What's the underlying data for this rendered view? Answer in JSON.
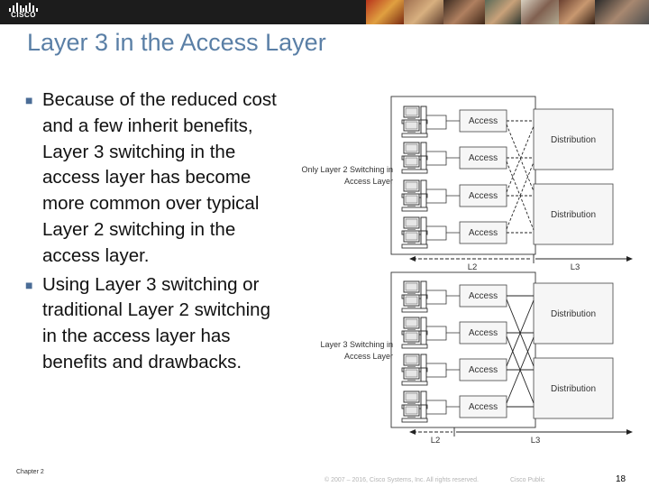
{
  "header": {
    "logo_text": "CISCO",
    "brand_color": "#1c1c1c"
  },
  "slide": {
    "title": "Layer 3 in the Access Layer",
    "title_color": "#5a7fa6",
    "bullets": [
      "Because of the reduced cost and a few inherit benefits, Layer 3 switching in the access layer has become more common over typical Layer 2 switching in the access layer.",
      "Using Layer 3 switching or traditional Layer 2 switching in the access layer has benefits and drawbacks."
    ]
  },
  "diagram": {
    "top": {
      "label_line1": "Only Layer 2 Switching in",
      "label_line2": "Access Layer",
      "access": [
        "Access",
        "Access",
        "Access",
        "Access"
      ],
      "distribution": [
        "Distribution",
        "Distribution"
      ],
      "l2": "L2",
      "l3": "L3"
    },
    "bottom": {
      "label_line1": "Layer 3 Switching in",
      "label_line2": "Access Layer",
      "access": [
        "Access",
        "Access",
        "Access",
        "Access"
      ],
      "distribution": [
        "Distribution",
        "Distribution"
      ],
      "l2": "L2",
      "l3": "L3"
    }
  },
  "footer": {
    "chapter": "Chapter 2",
    "copyright": "© 2007 – 2016, Cisco Systems, Inc. All rights reserved.",
    "classification": "Cisco Public",
    "page": "18"
  }
}
